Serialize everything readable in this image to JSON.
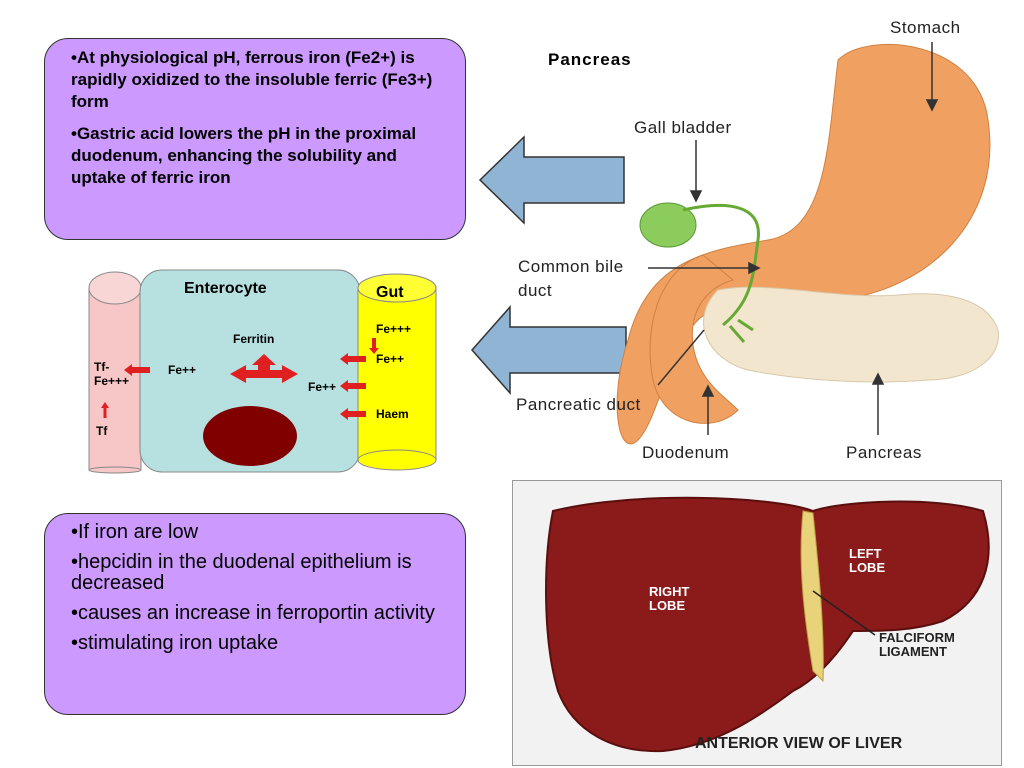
{
  "top_box": {
    "bullet1": "•At physiological pH, ferrous iron (Fe2+) is rapidly oxidized to the insoluble ferric (Fe3+) form",
    "bullet2": "•Gastric acid lowers the pH in the proximal duodenum, enhancing the solubility and uptake of ferric iron"
  },
  "bottom_box": {
    "bullet1": "•If iron are low",
    "bullet2": "•hepcidin in the duodenal epithelium is decreased",
    "bullet3": "•causes an increase in ferroportin activity",
    "bullet4": "•stimulating iron uptake"
  },
  "enterocyte_diagram": {
    "enterocyte_title": "Enterocyte",
    "gut_title": "Gut",
    "ferritin": "Ferritin",
    "fe_pp_left": "Fe++",
    "fe_pp_mid": "Fe++",
    "tf_fe": "Tf-",
    "tf_fe2": "Fe+++",
    "tf": "Tf",
    "gut_fe3": "Fe+++",
    "gut_fe2": "Fe++",
    "gut_haem": "Haem"
  },
  "pancreas_figure": {
    "title": "Pancreas",
    "stomach": "Stomach",
    "gall_bladder": "Gall bladder",
    "common_bile_duct_1": "Common bile",
    "common_bile_duct_2": "duct",
    "pancreatic_duct": "Pancreatic duct",
    "duodenum": "Duodenum",
    "pancreas": "Pancreas"
  },
  "liver_figure": {
    "right_lobe_1": "RIGHT",
    "right_lobe_2": "LOBE",
    "left_lobe_1": "LEFT",
    "left_lobe_2": "LOBE",
    "falciform_1": "FALCIFORM",
    "falciform_2": "LIGAMENT",
    "caption": "ANTERIOR VIEW OF LIVER"
  },
  "colors": {
    "text_box": "#cc99ff",
    "arrow_fill": "#8fb4d4",
    "enterocyte": "#b7e0e0",
    "gut": "#ffff00",
    "blood": "#f7c6c6",
    "nucleus": "#800000",
    "red_arrow": "#e02020",
    "liver": "#8b1a1a"
  }
}
